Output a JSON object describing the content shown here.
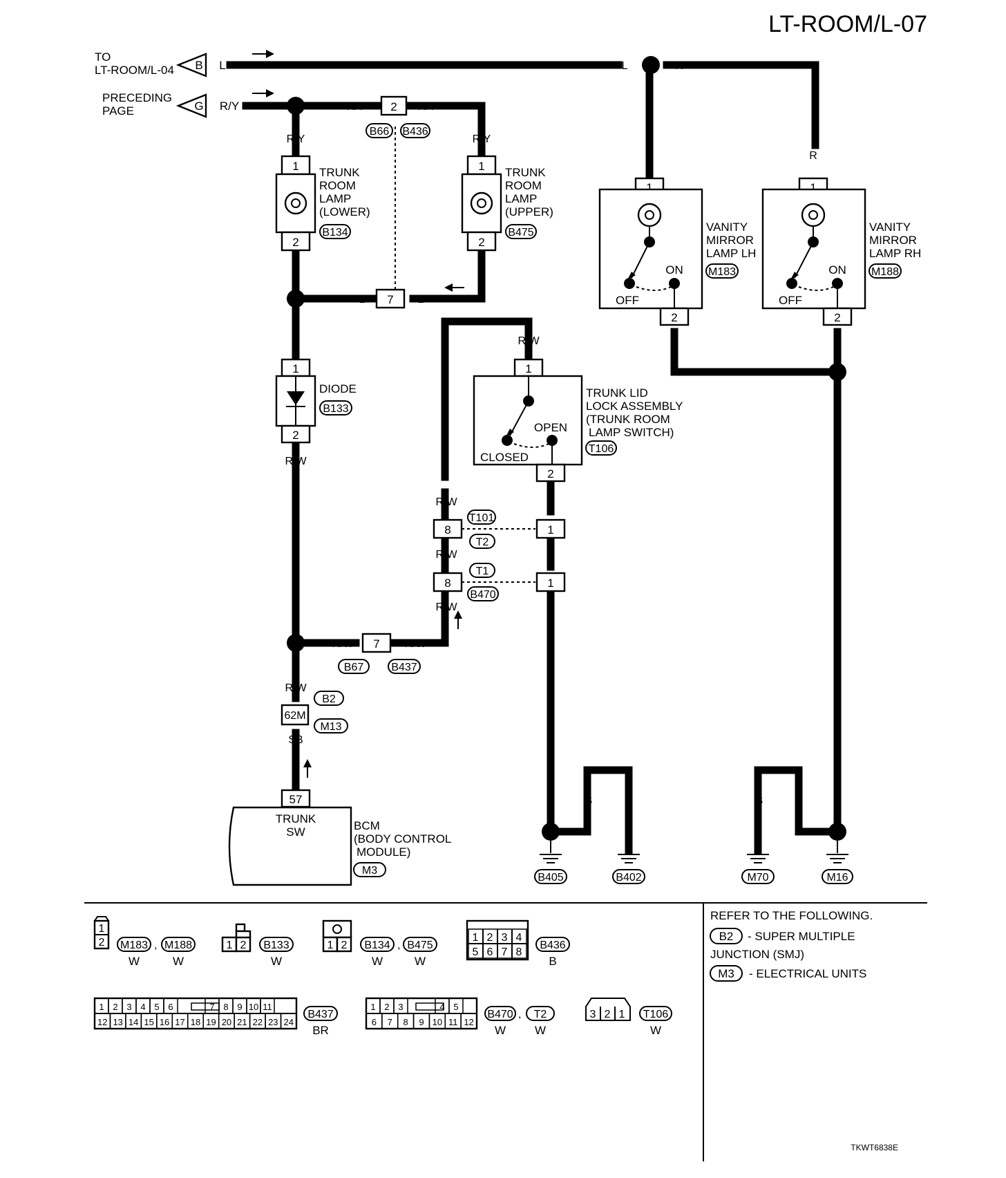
{
  "header": {
    "page_title": "LT-ROOM/L-07"
  },
  "sources": {
    "to_label_1": "TO",
    "to_label_2": "LT-ROOM/L-04",
    "to_code": "B",
    "to_wire": "L",
    "prev_label_1": "PRECEDING",
    "prev_label_2": "PAGE",
    "prev_code": "G",
    "prev_wire": "R/Y"
  },
  "wire_colors": {
    "L": "L",
    "R": "R",
    "RY": "R/Y",
    "RW": "R/W",
    "B": "B",
    "SB": "SB"
  },
  "pins": {
    "p1": "1",
    "p2": "2",
    "p7": "7",
    "p8": "8",
    "p57": "57",
    "p62m": "62M"
  },
  "connectors": {
    "B66": "B66",
    "B436": "B436",
    "B134": "B134",
    "B475": "B475",
    "B133": "B133",
    "T106": "T106",
    "T101": "T101",
    "T2": "T2",
    "T1": "T1",
    "B470": "B470",
    "B67": "B67",
    "B437": "B437",
    "B2": "B2",
    "M13": "M13",
    "M3": "M3",
    "M183": "M183",
    "M188": "M188",
    "B405": "B405",
    "B402": "B402",
    "M70": "M70",
    "M16": "M16"
  },
  "components": {
    "lamp_lower": [
      "TRUNK",
      "ROOM",
      "LAMP",
      "(LOWER)"
    ],
    "lamp_upper": [
      "TRUNK",
      "ROOM",
      "LAMP",
      "(UPPER)"
    ],
    "vanity_lh": [
      "VANITY",
      "MIRROR",
      "LAMP LH"
    ],
    "vanity_rh": [
      "VANITY",
      "MIRROR",
      "LAMP RH"
    ],
    "diode": "DIODE",
    "trunk_lid": [
      "TRUNK LID",
      "LOCK ASSEMBLY",
      "(TRUNK ROOM",
      "LAMP SWITCH)"
    ],
    "bcm_inner": [
      "TRUNK",
      "SW"
    ],
    "bcm": [
      "BCM",
      "(BODY CONTROL",
      "MODULE)"
    ],
    "switch_labels": {
      "on": "ON",
      "off": "OFF",
      "open": "OPEN",
      "closed": "CLOSED"
    }
  },
  "legend": {
    "refer_title": "REFER TO THE FOLLOWING.",
    "refer_b2_code": "B2",
    "refer_b2_text_1": "- SUPER MULTIPLE",
    "refer_b2_text_2": "JUNCTION (SMJ)",
    "refer_m3_code": "M3",
    "refer_m3_text": "- ELECTRICAL UNITS",
    "color_W": "W",
    "color_B": "B",
    "color_BR": "BR",
    "sep": ",",
    "grid_b436": [
      "1",
      "2",
      "3",
      "4",
      "5",
      "6",
      "7",
      "8"
    ],
    "grid_b437_row1": [
      "1",
      "2",
      "3",
      "4",
      "5",
      "6",
      "7",
      "8",
      "9",
      "10",
      "11"
    ],
    "grid_b437_row2": [
      "12",
      "13",
      "14",
      "15",
      "16",
      "17",
      "18",
      "19",
      "20",
      "21",
      "22",
      "23",
      "24"
    ],
    "grid_b470_row1": [
      "1",
      "2",
      "3",
      "4",
      "5"
    ],
    "grid_b470_row2": [
      "6",
      "7",
      "8",
      "9",
      "10",
      "11",
      "12"
    ],
    "grid_t106": [
      "3",
      "2",
      "1"
    ]
  },
  "footer": {
    "diagram_code": "TKWT6838E"
  }
}
